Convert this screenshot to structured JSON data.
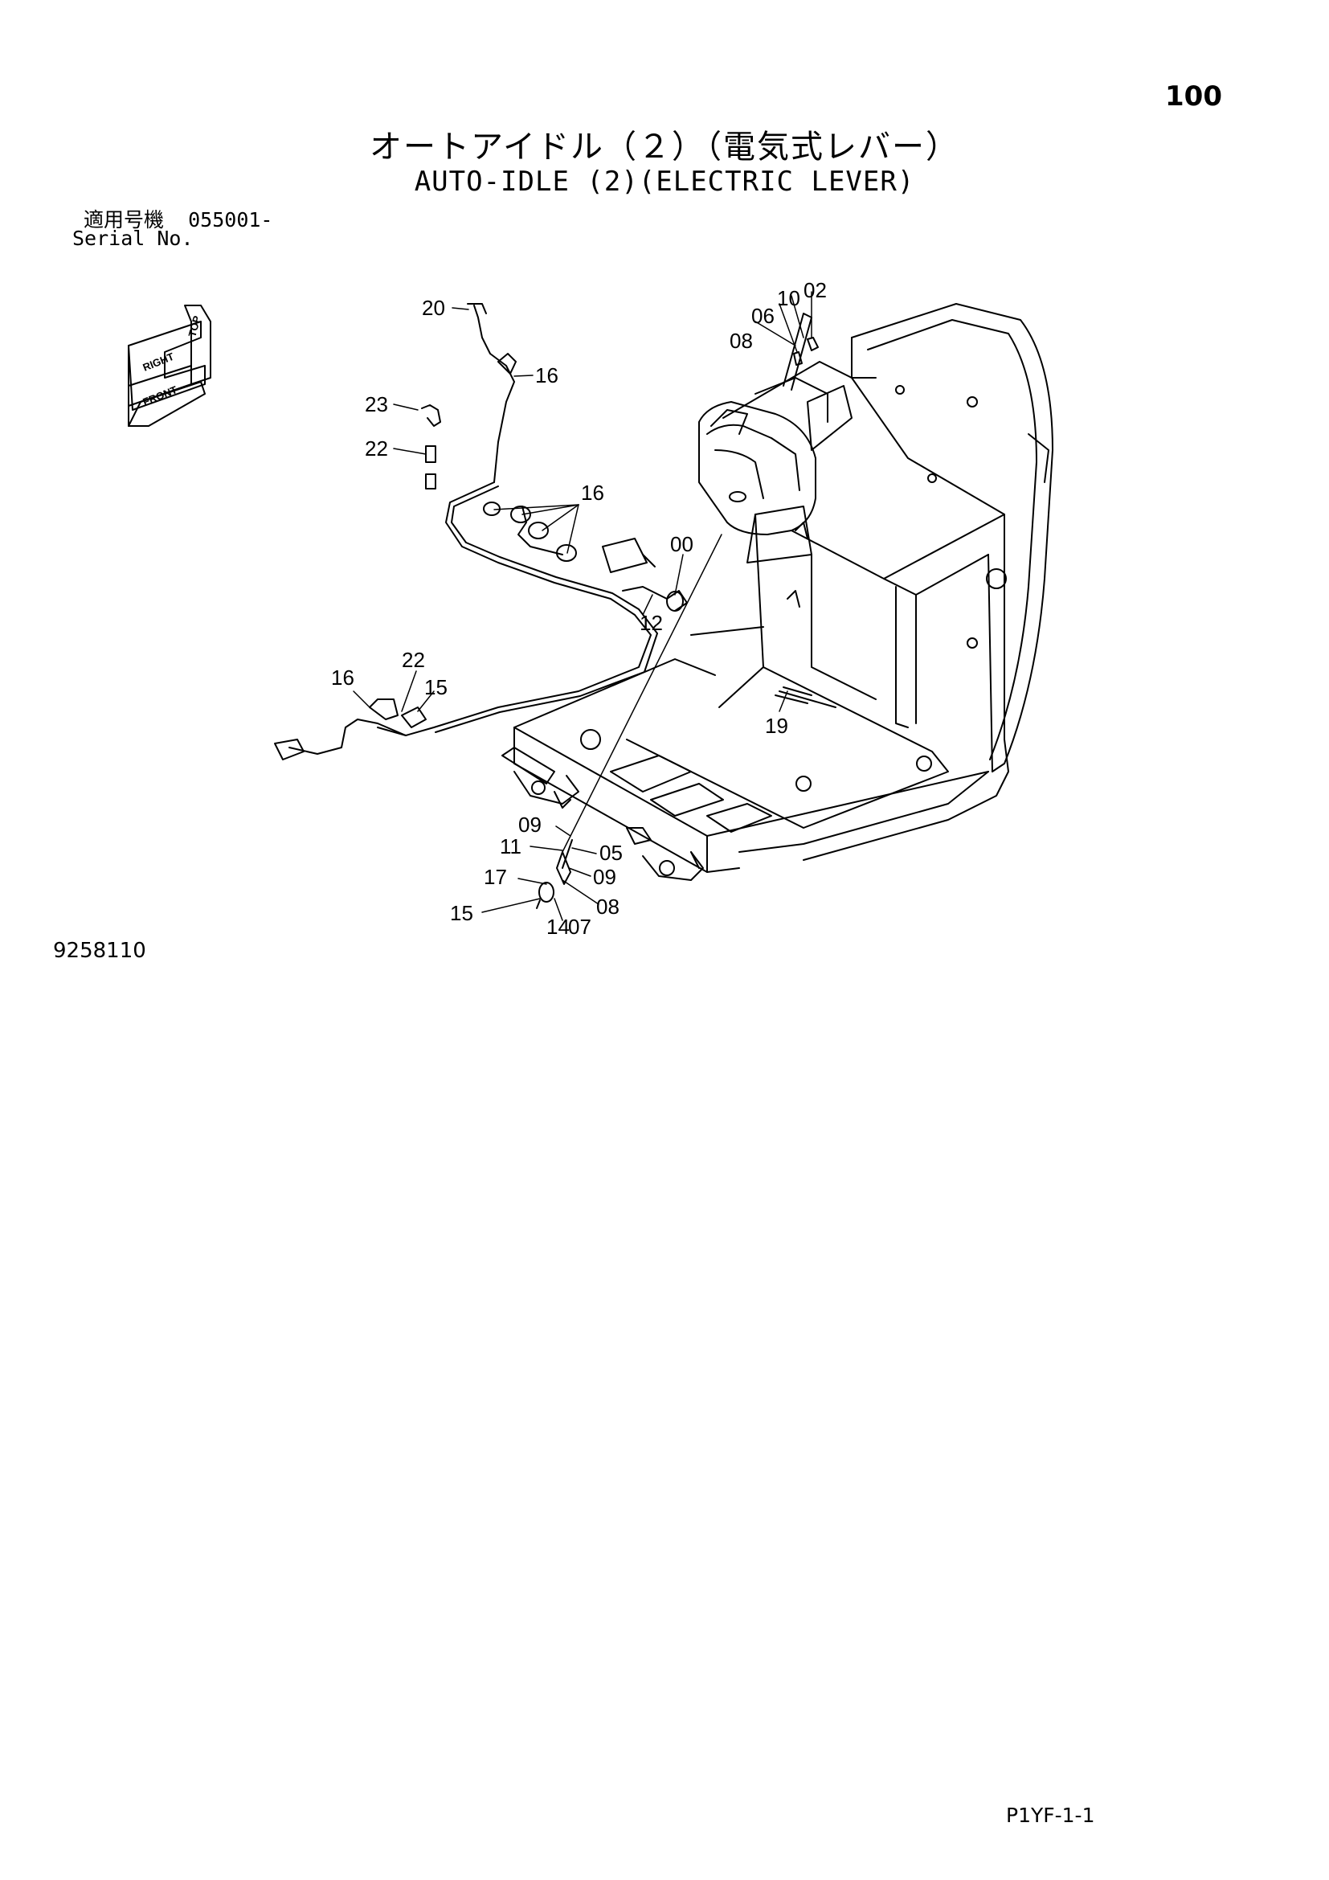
{
  "page_number": "100",
  "title_ja": "オートアイドル（２）（電気式レバー）",
  "title_en": "AUTO-IDLE (2)(ELECTRIC LEVER)",
  "serial": {
    "label_ja": "適用号機",
    "value": "055001-",
    "label_en": "Serial No."
  },
  "orientation": {
    "top": "TOP",
    "right": "RIGHT",
    "front": "FRONT"
  },
  "callouts": [
    "20",
    "16",
    "23",
    "22",
    "16",
    "00",
    "12",
    "06",
    "10",
    "02",
    "08",
    "16",
    "22",
    "15",
    "19",
    "09",
    "11",
    "05",
    "17",
    "09",
    "15",
    "08",
    "14",
    "07"
  ],
  "drawing_number": "9258110",
  "sheet_code": "P1YF-1-1"
}
